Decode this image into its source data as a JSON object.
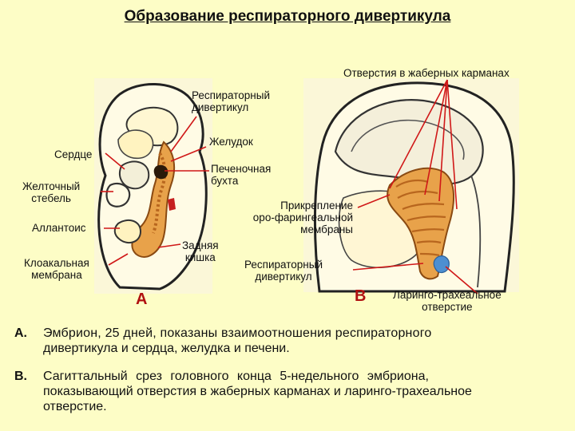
{
  "title": "Образование респираторного дивертикула",
  "panel_a": {
    "letter": "А",
    "labels": {
      "resp_div_1": "Респираторный",
      "resp_div_2": "дивертикул",
      "stomach": "Желудок",
      "heart": "Сердце",
      "liver_bay_1": "Печеночная",
      "liver_bay_2": "бухта",
      "yolk_1": "Желточный",
      "yolk_2": "стебель",
      "allantois": "Аллантоис",
      "hindgut_1": "Задняя",
      "hindgut_2": "кишка",
      "cloacal_1": "Клоакальная",
      "cloacal_2": "мембрана"
    }
  },
  "panel_b": {
    "letter": "В",
    "labels": {
      "gill_openings": "Отверстия в жаберных карманах",
      "attach_1": "Прикрепление",
      "attach_2": "оро-фарингеальной",
      "attach_3": "мембраны",
      "resp_div_1": "Респираторный",
      "resp_div_2": "дивертикул",
      "laryngo_1": "Ларинго-трахеальное",
      "laryngo_2": "отверстие"
    }
  },
  "captions": {
    "a_key": "А.",
    "a_line1": "Эмбрион, 25 дней, показаны взаимоотношения респираторного",
    "a_line2": "дивертикула и сердца, желудка и печени.",
    "b_key": "В.",
    "b_line1": "Сагиттальный срез головного конца 5-недельного эмбриона,",
    "b_line2": "показывающий отверстия в жаберных карманах и ларинго-трахеальное",
    "b_line3": "отверстие."
  },
  "colors": {
    "background": "#fdfdc6",
    "pointer": "#d01818",
    "tissue_orange": "#e8a24a",
    "tissue_dark": "#b8661e",
    "blue": "#4d8fd1"
  }
}
